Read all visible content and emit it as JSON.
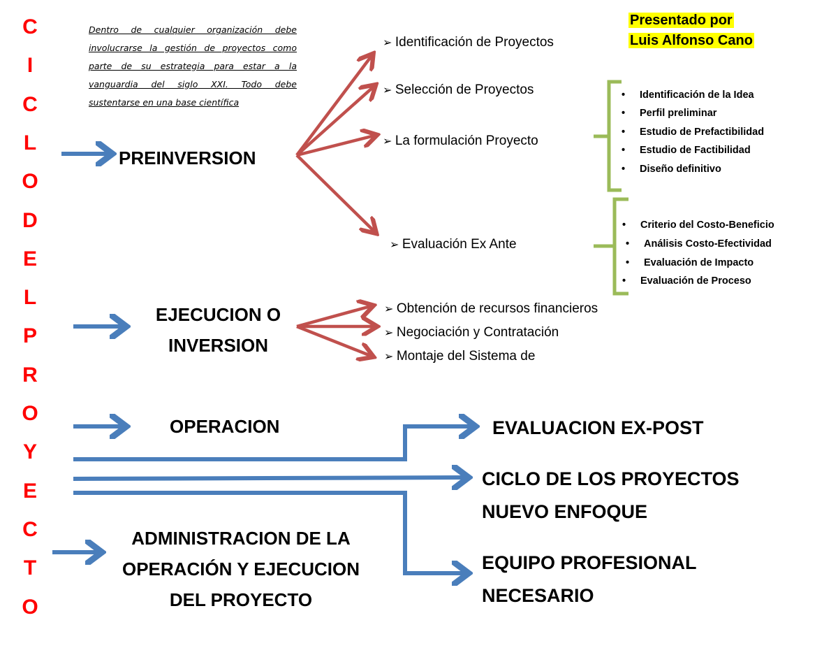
{
  "vertical_title": [
    "C",
    "I",
    "C",
    "L",
    "O",
    "D",
    "E",
    "L",
    "P",
    "R",
    "O",
    "Y",
    "E",
    "C",
    "T",
    "O"
  ],
  "intro_text": "Dentro de cualquier organización debe involucrarse la gestión de proyectos como parte de su estrategia para estar a la vanguardia del siglo XXI. Todo debe sustentarse en una base científica",
  "presenter": {
    "line1": "Presentado por",
    "line2": "Luis Alfonso Cano"
  },
  "stages": {
    "preinversion": "PREINVERSION",
    "ejecucion_1": "EJECUCION O",
    "ejecucion_2": "INVERSION",
    "operacion": "OPERACION",
    "admin_1": "ADMINISTRACION DE LA",
    "admin_2": "OPERACIÓN Y EJECUCION",
    "admin_3": "DEL PROYECTO"
  },
  "preinversion_items": [
    "Identificación de Proyectos",
    "Selección de Proyectos",
    "La formulación Proyecto",
    "Evaluación Ex Ante"
  ],
  "formulacion_steps": [
    "Identificación de la Idea",
    "Perfil preliminar",
    "Estudio de Prefactibilidad",
    "Estudio de Factibilidad",
    "Diseño definitivo"
  ],
  "evaluacion_steps": [
    "Criterio del Costo-Beneficio",
    "Análisis Costo-Efectividad",
    "Evaluación de Impacto",
    "Evaluación de Proceso"
  ],
  "ejecucion_items": [
    "Obtención de recursos financieros",
    "Negociación y Contratación",
    "Montaje del Sistema de"
  ],
  "outcomes": {
    "expost": "EVALUACION EX-POST",
    "ciclo_1": "CICLO DE LOS PROYECTOS",
    "ciclo_2": "NUEVO ENFOQUE",
    "equipo_1": "EQUIPO PROFESIONAL",
    "equipo_2": "NECESARIO"
  },
  "colors": {
    "title": "#ff0000",
    "blue_arrow": "#4a7ebb",
    "red_arrow": "#c0504d",
    "brace": "#9bbb59",
    "highlight": "#ffff00"
  }
}
